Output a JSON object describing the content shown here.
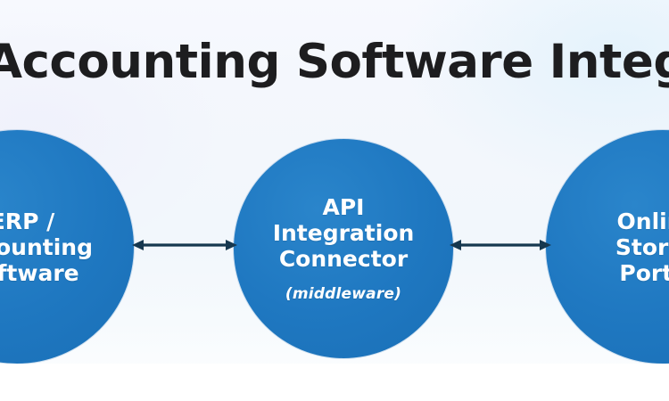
{
  "diagram": {
    "title": "Accounting Software Integration",
    "type": "flow",
    "orientation": "horizontal",
    "colors": {
      "node_fill": "#1f78c1",
      "node_text": "#ffffff",
      "title_text": "#1d1d1f",
      "arrow": "#16384f",
      "background": "#f3f7fc"
    },
    "nodes": [
      {
        "id": "source",
        "shape": "circle",
        "lines": [
          "ERP /",
          "Accounting",
          "Software"
        ],
        "clipped": "left"
      },
      {
        "id": "connector",
        "shape": "circle",
        "lines": [
          "API",
          "Integration",
          "Connector"
        ],
        "sub_label": "(middleware)",
        "clipped": "none"
      },
      {
        "id": "target",
        "shape": "circle",
        "lines": [
          "Online",
          "Store /",
          "Portal"
        ],
        "clipped": "right"
      }
    ],
    "connectors": [
      {
        "id": "source-to-connector",
        "from": "source",
        "to": "connector",
        "style": "double-arrow"
      },
      {
        "id": "connector-to-target",
        "from": "connector",
        "to": "target",
        "style": "double-arrow"
      }
    ]
  }
}
